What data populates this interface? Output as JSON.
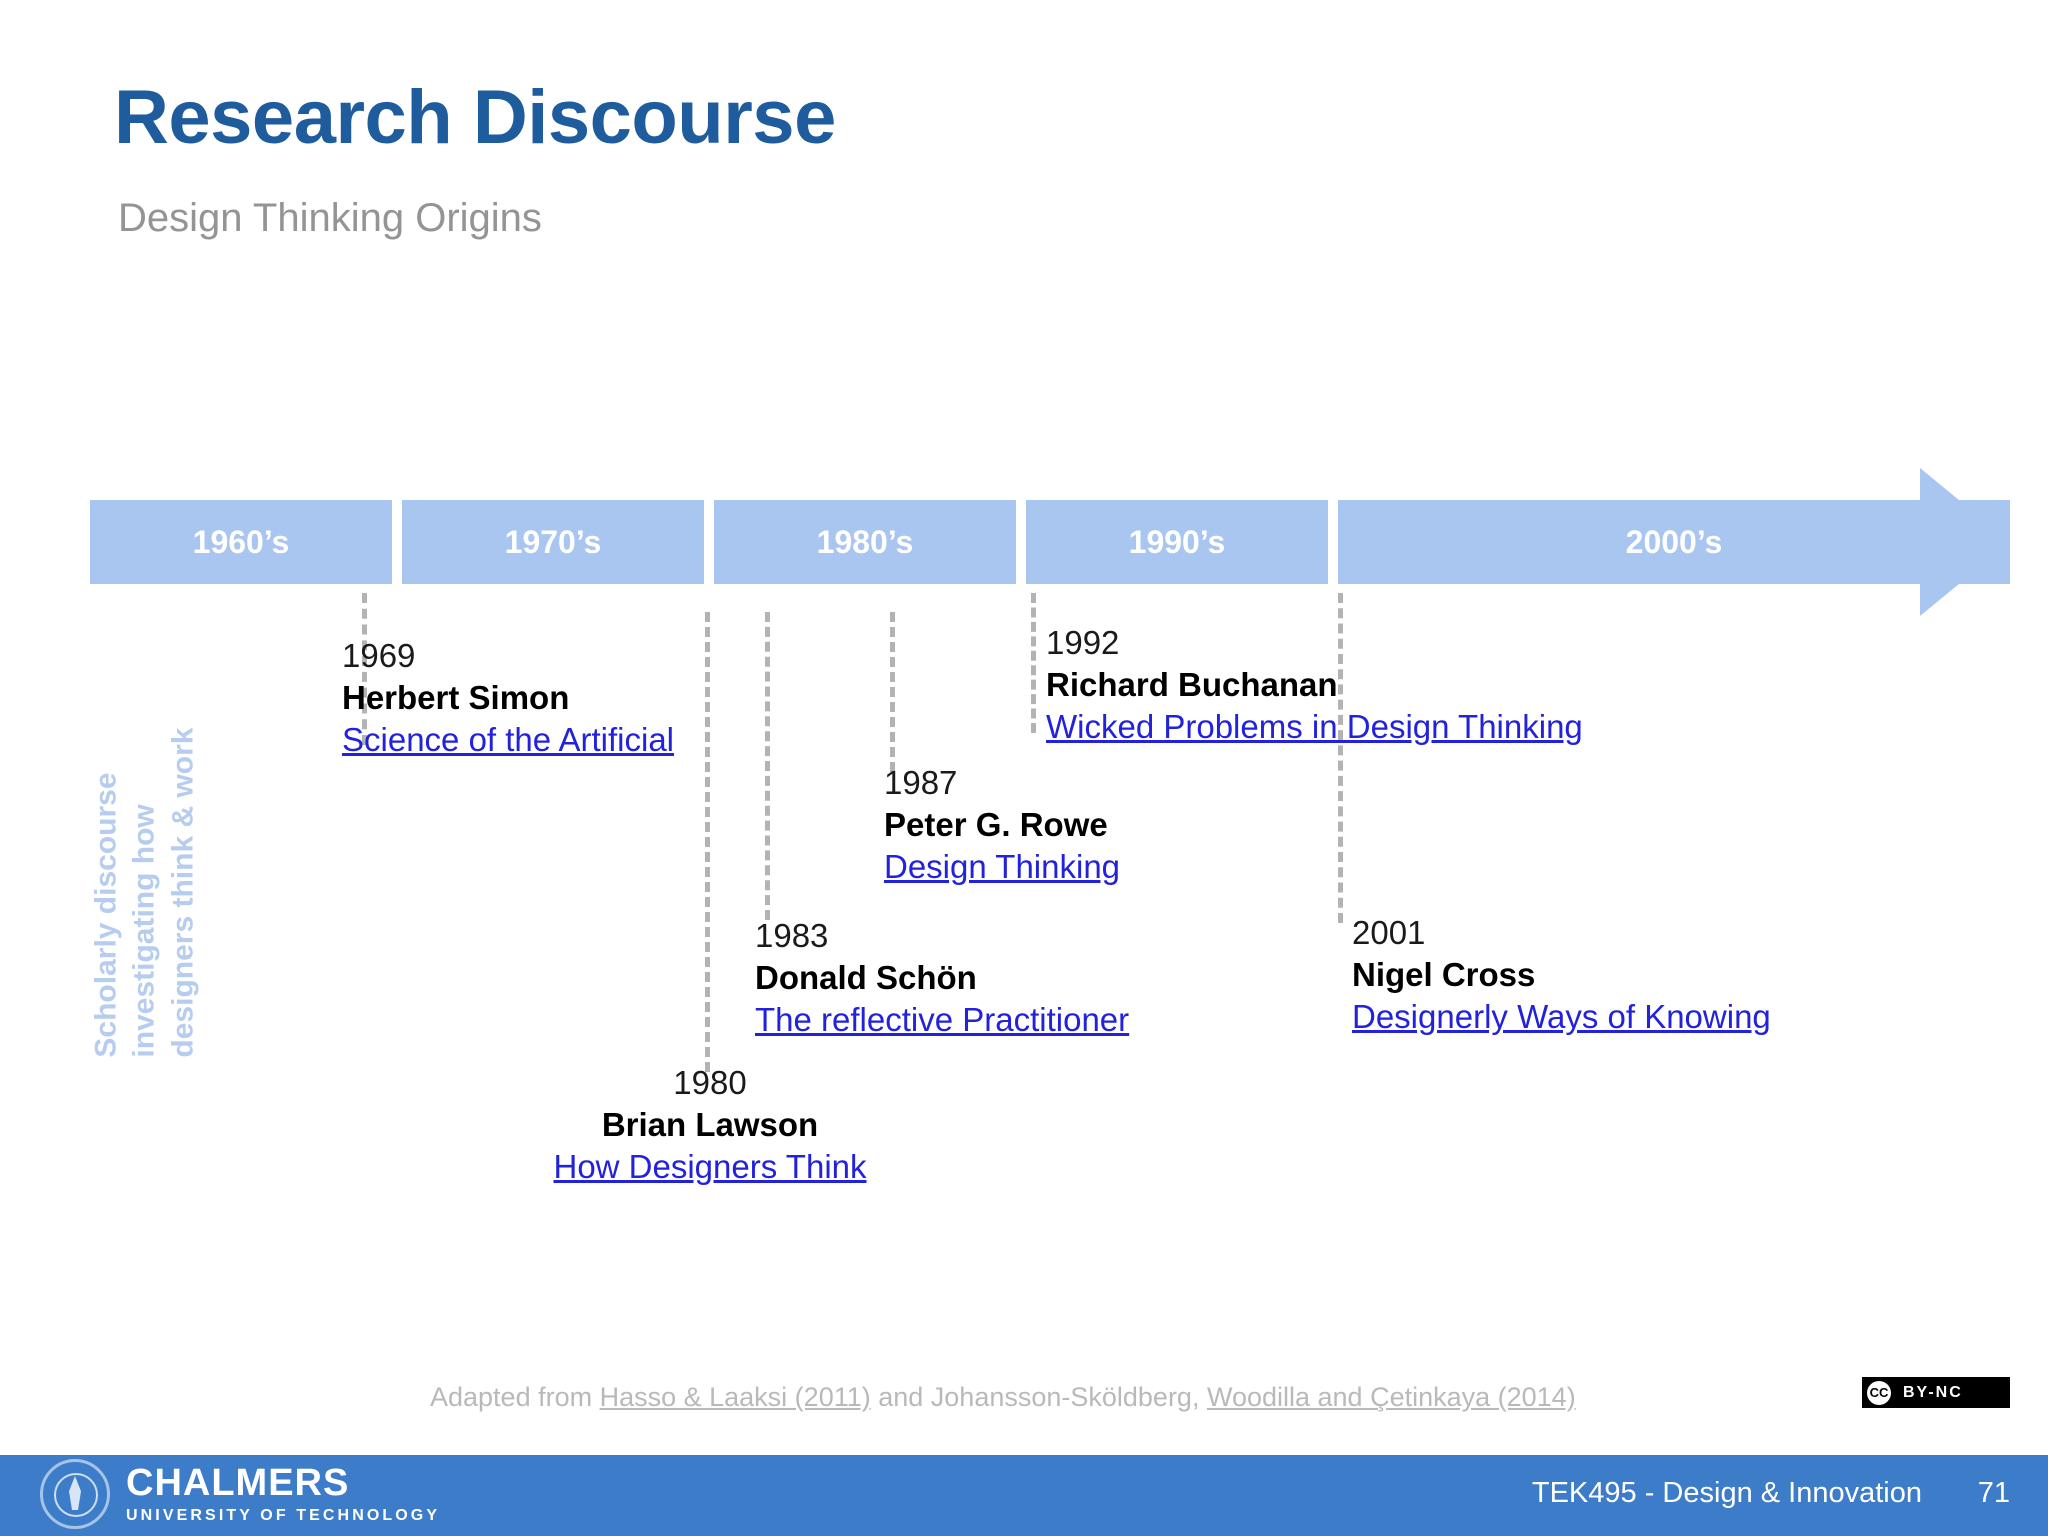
{
  "header": {
    "title": "Research Discourse",
    "subtitle": "Design Thinking Origins",
    "title_color": "#1f5c9e",
    "subtitle_color": "#949494"
  },
  "side_label": {
    "line1": "Scholarly discourse",
    "line2": "investigating how",
    "line3": "designers think & work",
    "color": "#b6cdf0"
  },
  "timeline": {
    "bar_color": "#a8c6f0",
    "decades": [
      {
        "label": "1960’s"
      },
      {
        "label": "1970’s"
      },
      {
        "label": "1980’s"
      },
      {
        "label": "1990’s"
      },
      {
        "label": "2000’s"
      }
    ]
  },
  "entries": [
    {
      "year": "1969",
      "person": "Herbert Simon",
      "work": "Science of the Artificial"
    },
    {
      "year": "1992",
      "person": "Richard Buchanan",
      "work": "Wicked Problems in Design Thinking"
    },
    {
      "year": "1987",
      "person": "Peter G. Rowe",
      "work": "Design Thinking"
    },
    {
      "year": "1983",
      "person": "Donald Schön",
      "work": "The reflective Practitioner"
    },
    {
      "year": "2001",
      "person": "Nigel Cross",
      "work": "Designerly Ways of Knowing"
    },
    {
      "year": "1980",
      "person": "Brian Lawson",
      "work": "How Designers Think"
    }
  ],
  "attribution": {
    "prefix": "Adapted from ",
    "source1": "Hasso & Laaksi (2011)",
    "middle": " and Johansson-Sköldberg, ",
    "source2": "Woodilla and Çetinkaya (2014)"
  },
  "license": {
    "mark": "CC",
    "terms": "BY-NC"
  },
  "footer": {
    "brand": "CHALMERS",
    "tagline": "UNIVERSITY OF TECHNOLOGY",
    "course": "TEK495 - Design & Innovation",
    "page": "71",
    "background": "#3d7cc9"
  }
}
